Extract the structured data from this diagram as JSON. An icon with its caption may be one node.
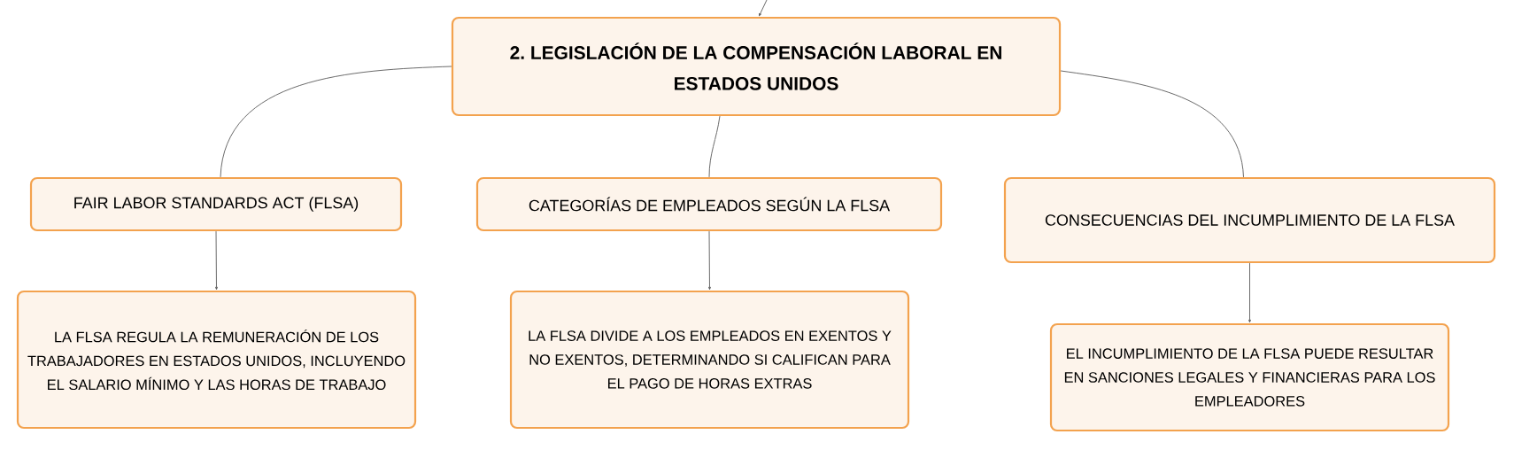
{
  "diagram": {
    "nodes": [
      {
        "text": [
          "2. LEGISLACIÓN DE LA COMPENSACIÓN LABORAL EN ESTADOS UNIDOS"
        ]
      },
      {
        "text": [
          "FAIR LABOR STANDARDS ACT (FLSA)"
        ]
      },
      {
        "text": [
          "CATEGORÍAS DE EMPLEADOS SEGÚN LA FLSA"
        ]
      },
      {
        "text": [
          "CONSECUENCIAS DEL INCUMPLIMIENTO DE LA FLSA"
        ]
      },
      {
        "text": [
          "LA FLSA REGULA LA REMUNERACIÓN DE LOS TRABAJADORES EN ESTADOS UNIDOS, INCLUYENDO EL SALARIO MÍNIMO Y LAS HORAS DE TRABAJO"
        ]
      },
      {
        "text": [
          "LA FLSA DIVIDE A LOS EMPLEADOS EN EXENTOS Y NO EXENTOS, DETERMINANDO SI CALIFICAN PARA EL PAGO DE HORAS EXTRAS"
        ]
      },
      {
        "text": [
          "EL INCUMPLIMIENTO DE LA FLSA PUEDE RESULTAR EN SANCIONES LEGALES Y FINANCIERAS PARA LOS EMPLEADORES"
        ]
      }
    ],
    "edges": [
      {
        "from": null,
        "to": 0,
        "arrow": "to"
      },
      {
        "from": 0,
        "to": 1,
        "arrow": "none"
      },
      {
        "from": 0,
        "to": 2,
        "arrow": "none"
      },
      {
        "from": 0,
        "to": 3,
        "arrow": "none"
      },
      {
        "from": 1,
        "to": 4,
        "arrow": "to"
      },
      {
        "from": 2,
        "to": 5,
        "arrow": "to"
      },
      {
        "from": 3,
        "to": 6,
        "arrow": "to"
      }
    ]
  }
}
